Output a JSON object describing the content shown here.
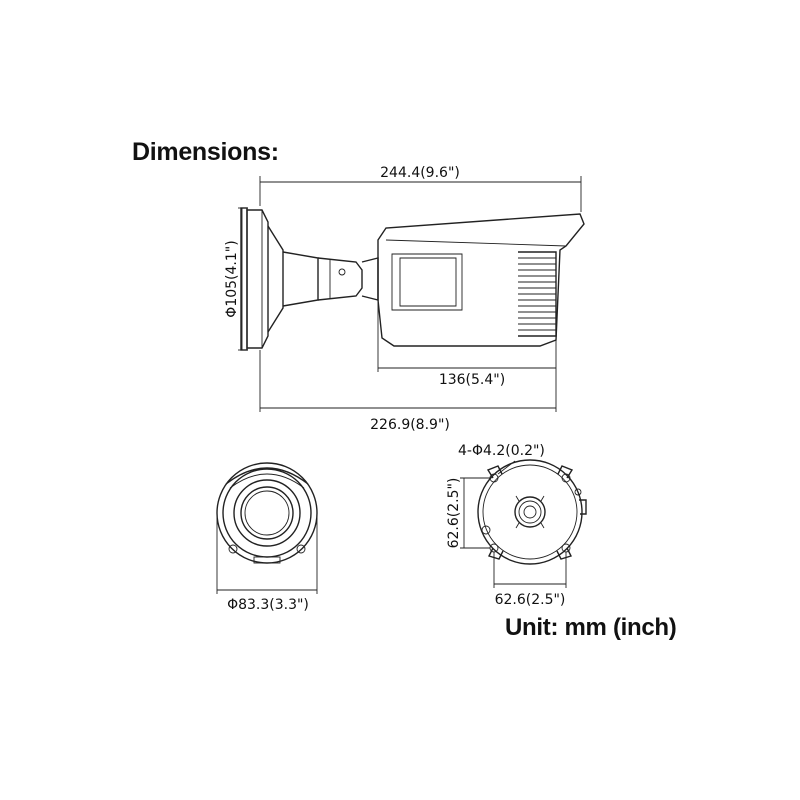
{
  "title": "Dimensions:",
  "unit_label": "Unit: mm (inch)",
  "dimensions": {
    "overall_length": "244.4(9.6\")",
    "mount_diameter": "Φ105(4.1\")",
    "body_length": "136(5.4\")",
    "base_length": "226.9(8.9\")",
    "front_diameter": "Φ83.3(3.3\")",
    "hole_spec": "4-Φ4.2(0.2\")",
    "hole_spacing_v": "62.6(2.5\")",
    "hole_spacing_h": "62.6(2.5\")"
  },
  "views": [
    "side-view",
    "front-view",
    "base-view"
  ]
}
